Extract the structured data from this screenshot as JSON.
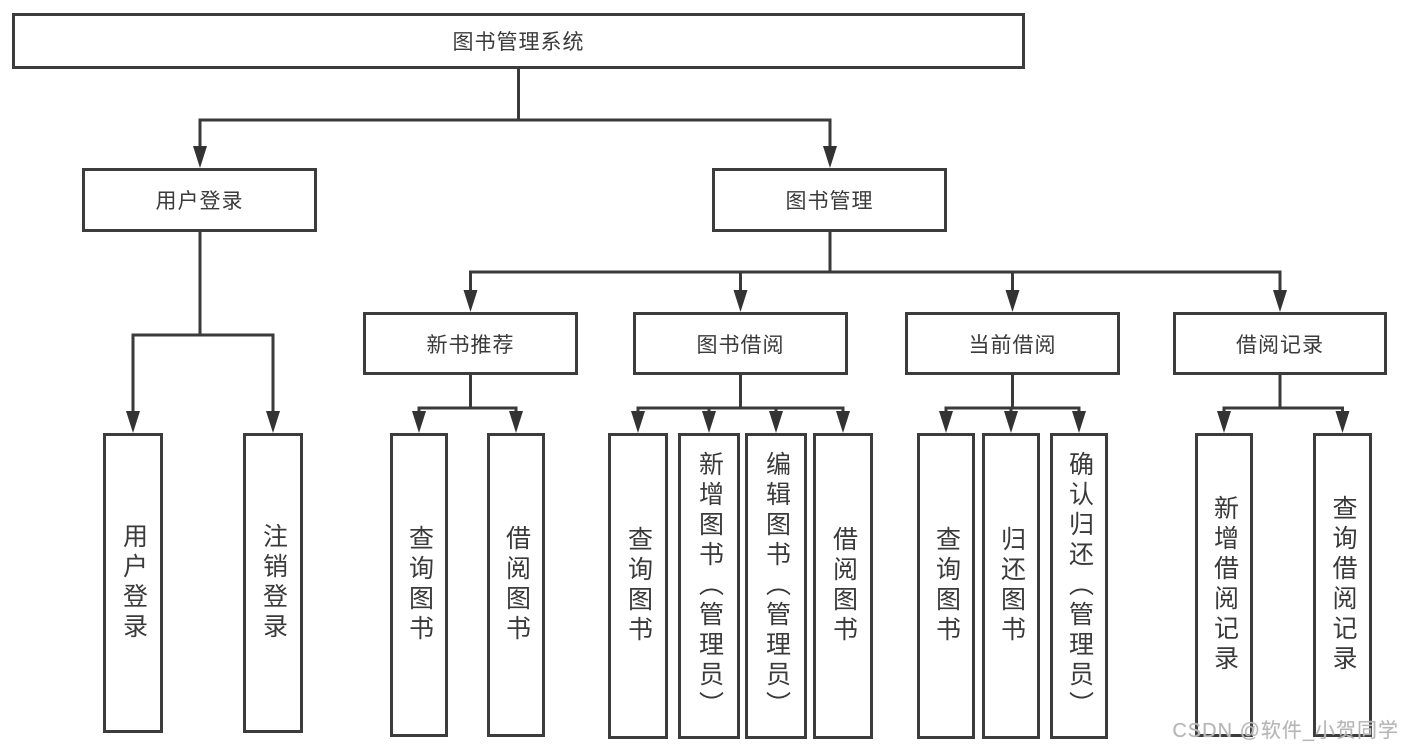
{
  "diagram": {
    "colors": {
      "line": "#3a3a3a",
      "box_border": "#3c3c3c",
      "text": "#3a3a3a",
      "background": "#ffffff",
      "watermark": "#b6b6b6"
    },
    "nodes": {
      "root": "图书管理系统",
      "l2": [
        "用户登录",
        "图书管理"
      ],
      "l3": [
        "新书推荐",
        "图书借阅",
        "当前借阅",
        "借阅记录"
      ],
      "leaf_login": [
        "用户登录",
        "注销登录"
      ],
      "leaf_recommend": [
        "查询图书",
        "借阅图书"
      ],
      "leaf_borrow": [
        "查询图书",
        "新增图书（管理员）",
        "编辑图书（管理员）",
        "借阅图书"
      ],
      "leaf_current": [
        "查询图书",
        "归还图书",
        "确认归还（管理员）"
      ],
      "leaf_record": [
        "新增借阅记录",
        "查询借阅记录"
      ]
    },
    "watermark": "CSDN @软件_小贺同学"
  }
}
